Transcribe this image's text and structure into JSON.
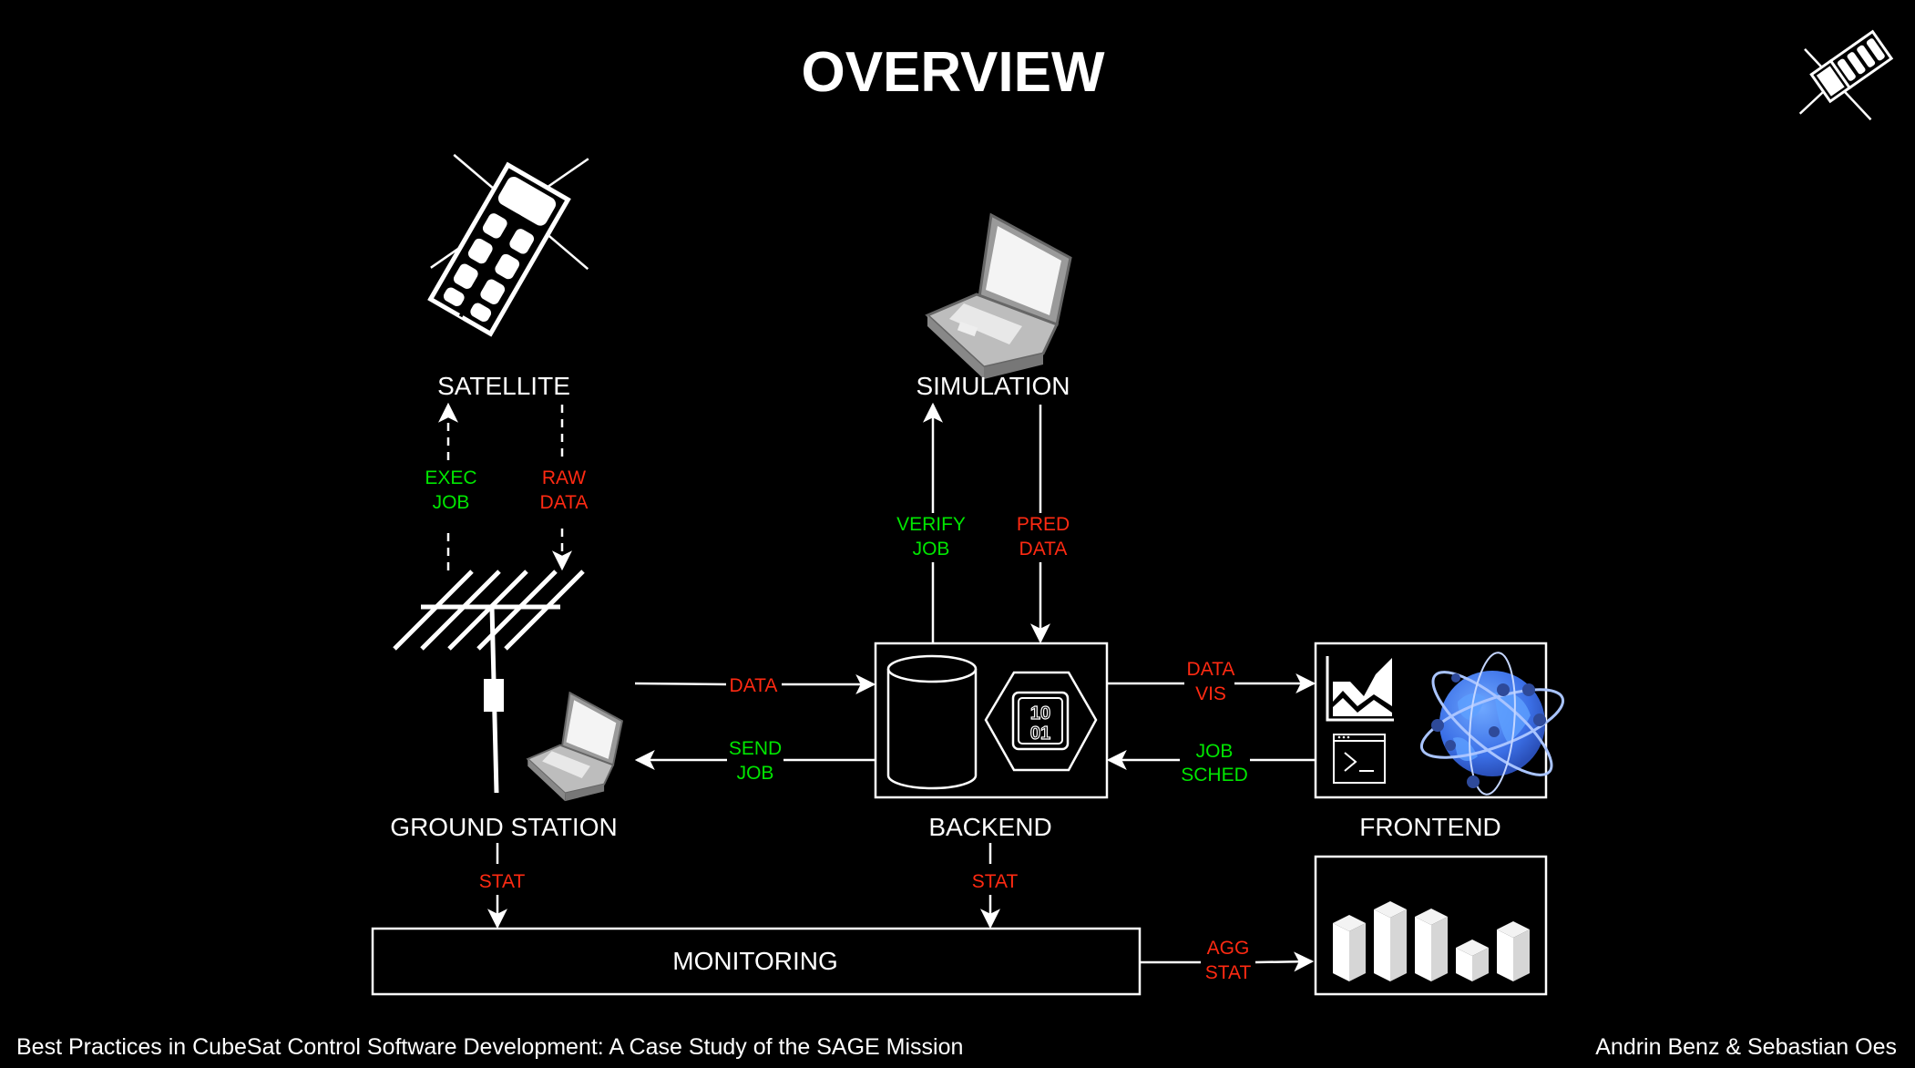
{
  "title": "OVERVIEW",
  "colors": {
    "background": "#000000",
    "foreground": "#ffffff",
    "command": "#00e600",
    "data": "#ff2a12"
  },
  "nodes": {
    "satellite": {
      "label": "SATELLITE",
      "icon": "cubesat-icon"
    },
    "simulation": {
      "label": "SIMULATION",
      "icon": "laptop-icon"
    },
    "ground_station": {
      "label": "GROUND STATION",
      "icon": "yagi-antenna-icon"
    },
    "backend": {
      "label": "BACKEND",
      "icons": [
        "database-icon",
        "binary-file-icon"
      ],
      "binary_text": [
        "10",
        "01"
      ]
    },
    "frontend": {
      "label": "FRONTEND",
      "icons": [
        "area-chart-icon",
        "terminal-icon",
        "globe-network-icon"
      ],
      "terminal_prompt": ">_"
    },
    "monitoring": {
      "label": "MONITORING"
    },
    "stats_dashboard": {
      "icon": "bar-blocks-icon"
    }
  },
  "edges": {
    "exec_job": {
      "line1": "EXEC",
      "line2": "JOB",
      "kind": "command"
    },
    "raw_data": {
      "line1": "RAW",
      "line2": "DATA",
      "kind": "data"
    },
    "verify_job": {
      "line1": "VERIFY",
      "line2": "JOB",
      "kind": "command"
    },
    "pred_data": {
      "line1": "PRED",
      "line2": "DATA",
      "kind": "data"
    },
    "data": {
      "line1": "DATA",
      "kind": "data"
    },
    "send_job": {
      "line1": "SEND",
      "line2": "JOB",
      "kind": "command"
    },
    "data_vis": {
      "line1": "DATA",
      "line2": "VIS",
      "kind": "data"
    },
    "job_sched": {
      "line1": "JOB",
      "line2": "SCHED",
      "kind": "command"
    },
    "stat_gs": {
      "line1": "STAT",
      "kind": "data"
    },
    "stat_be": {
      "line1": "STAT",
      "kind": "data"
    },
    "agg_stat": {
      "line1": "AGG",
      "line2": "STAT",
      "kind": "data"
    }
  },
  "footer": {
    "paper_title": "Best Practices in CubeSat Control Software Development: A Case Study of the SAGE Mission",
    "authors": "Andrin Benz & Sebastian Oes"
  }
}
